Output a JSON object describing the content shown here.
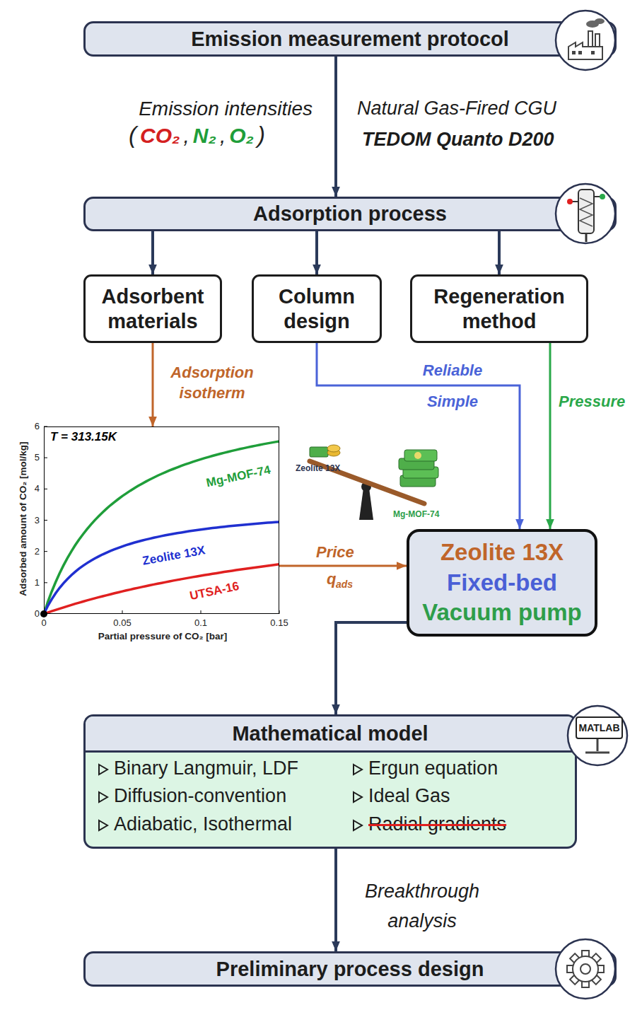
{
  "diagram": {
    "nodes": [
      {
        "text": [
          "Emission measurement protocol"
        ]
      },
      {
        "text": [
          "Adsorption process"
        ]
      },
      {
        "text": [
          "Adsorbent materials"
        ]
      },
      {
        "text": [
          "Column design"
        ]
      },
      {
        "text": [
          "Regeneration method"
        ]
      },
      {
        "text": [
          "T = 313.15K",
          "Mg-MOF-74",
          "Zeolite 13X",
          "UTSA-16"
        ]
      },
      {
        "text": [
          "Zeolite 13X",
          "Fixed-bed",
          "Vacuum pump"
        ]
      },
      {
        "text": [
          "Mathematical model",
          "Binary Langmuir, LDF",
          "Diffusion-convention",
          "Adiabatic, Isothermal",
          "Ergun equation",
          "Ideal Gas",
          "Radial gradients"
        ]
      },
      {
        "text": [
          "MATLAB"
        ]
      },
      {
        "text": [
          "Preliminary process design"
        ]
      }
    ],
    "edges": [
      {
        "from": 0,
        "to": 1,
        "arrow": "to",
        "label": "Emission intensities"
      },
      {
        "from": 1,
        "to": 2,
        "arrow": "to"
      },
      {
        "from": 1,
        "to": 3,
        "arrow": "to"
      },
      {
        "from": 1,
        "to": 4,
        "arrow": "to"
      },
      {
        "from": 2,
        "to": 5,
        "arrow": "to",
        "label": "Adsorption isotherm"
      },
      {
        "from": 3,
        "to": 6,
        "arrow": "to",
        "label": "Reliable Simple"
      },
      {
        "from": 4,
        "to": 6,
        "arrow": "to",
        "label": "Pressure"
      },
      {
        "from": 5,
        "to": 6,
        "arrow": "to",
        "label": "Price"
      },
      {
        "from": 6,
        "to": 7,
        "arrow": "to"
      },
      {
        "from": 7,
        "to": 9,
        "arrow": "to",
        "label": "Breakthrough analysis"
      }
    ],
    "labels": [
      "(",
      "CO₂",
      ",",
      "N₂",
      ",",
      "O₂",
      ")",
      "Natural Gas-Fired CGU",
      "TEDOM Quanto D200",
      "Zeolite 13X",
      "Mg-MOF-74",
      "q",
      "ads",
      "Adsorbed amount of CO₂ [mol/kg]",
      "Partial pressure of CO₂ [bar]",
      "0",
      "1",
      "2",
      "3",
      "4",
      "5",
      "6",
      "0",
      "0.05",
      "0.1",
      "0.15"
    ]
  }
}
